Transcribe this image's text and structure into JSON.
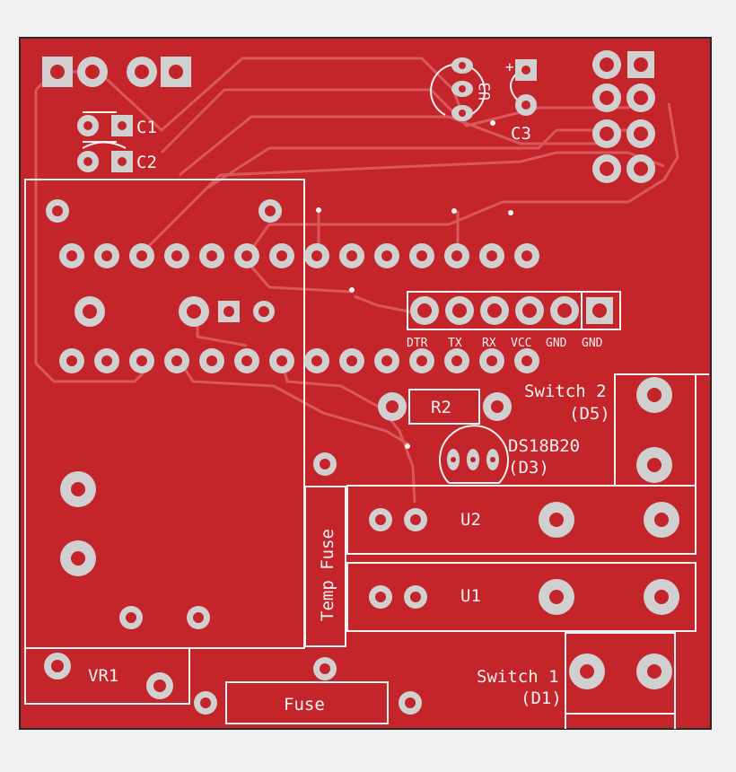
{
  "colors": {
    "page_background": "#f1f1f1",
    "board": "#c4252a",
    "trace": "#d9585c",
    "silkscreen": "#f2f2f2",
    "pad_ring": "#d0d0d0",
    "pad_hole": "#c4252a"
  },
  "labels": {
    "c1": "C1",
    "c2": "C2",
    "c3": "C3",
    "u3": "U3",
    "c3_polarity": "+",
    "r2": "R2",
    "switch2": "Switch 2",
    "switch2_pin": "(D5)",
    "sensor": "DS18B20",
    "sensor_pin": "(D3)",
    "u2": "U2",
    "u1": "U1",
    "temp_fuse": "Temp Fuse",
    "vr1": "VR1",
    "fuse": "Fuse",
    "switch1": "Switch 1",
    "switch1_pin": "(D1)"
  },
  "header_pins": [
    "DTR",
    "TX",
    "RX",
    "VCC",
    "GND",
    "GND"
  ]
}
